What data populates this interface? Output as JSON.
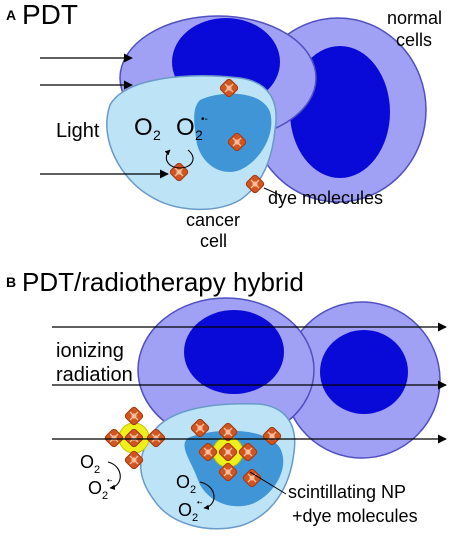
{
  "panel_a": {
    "letter": "A",
    "title": "PDT",
    "labels": {
      "normal_cells": [
        "normal",
        "cells"
      ],
      "light": "Light",
      "dye_molecules": "dye molecules",
      "cancer_cell": [
        "cancer",
        "cell"
      ]
    },
    "oxygen": {
      "o": "O",
      "sub": "2",
      "charge": "•-"
    }
  },
  "panel_b": {
    "letter": "B",
    "title": "PDT/radiotherapy hybrid",
    "labels": {
      "ionizing_radiation": [
        "ionizing",
        "radiation"
      ],
      "scintillating": [
        "scintillating NP",
        "+dye molecules"
      ]
    },
    "oxygen": {
      "o": "O",
      "sub": "2",
      "charge": "•-"
    }
  },
  "colors": {
    "normal_cell_fill": "#a0a0f4",
    "normal_cell_stroke": "#5050c0",
    "nucleus_normal": "#0a0ad8",
    "cancer_cell_fill": "#bde3f7",
    "cancer_nucleus": "#3f95d6",
    "dye": "#d2541e",
    "scintillator": "#eef01a"
  }
}
